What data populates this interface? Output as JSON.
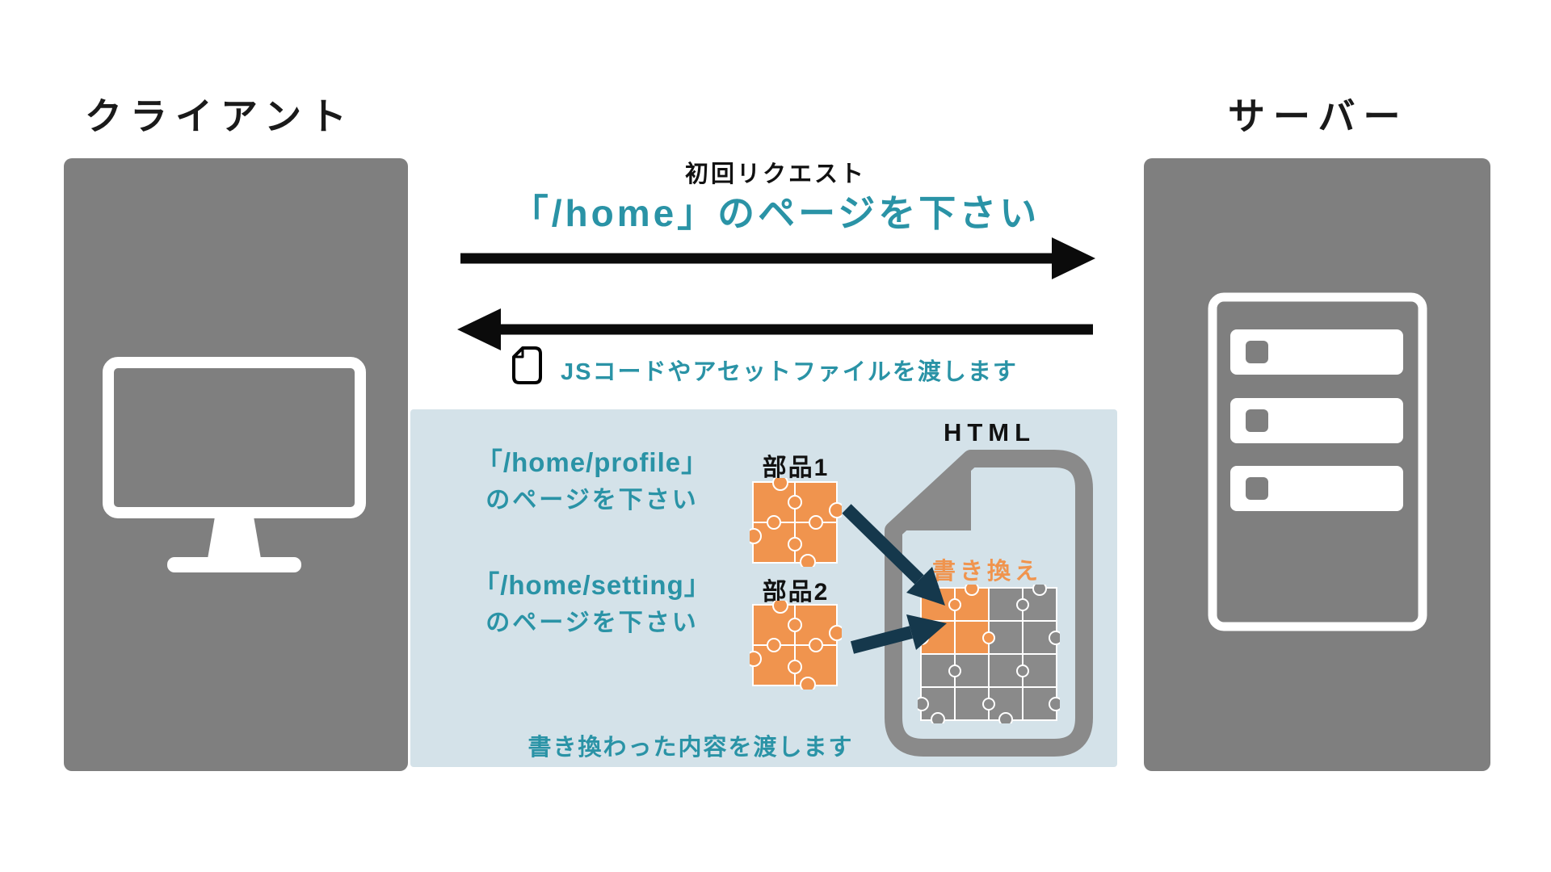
{
  "colors": {
    "accent_teal": "#2A93A6",
    "accent_orange": "#F0944E",
    "accent_navy": "#15384C",
    "box_gray": "#7F7F7F",
    "panel_blue": "#D4E2E9",
    "doc_gray": "#8A8A8A"
  },
  "client": {
    "label": "クライアント"
  },
  "server": {
    "label": "サーバー"
  },
  "initial_request": {
    "caption": "初回リクエスト",
    "message": "「/home」のページを下さい"
  },
  "initial_response": {
    "message": "JSコードやアセットファイルを渡します"
  },
  "spa_panel": {
    "profile_request": {
      "line1": "「/home/profile」",
      "line2": "のページを下さい"
    },
    "setting_request": {
      "line1": "「/home/setting」",
      "line2": "のページを下さい"
    },
    "part1_label": "部品1",
    "part2_label": "部品2",
    "html_label": "HTML",
    "rewrite_label": "書き換え",
    "response_message": "書き換わった内容を渡します"
  }
}
